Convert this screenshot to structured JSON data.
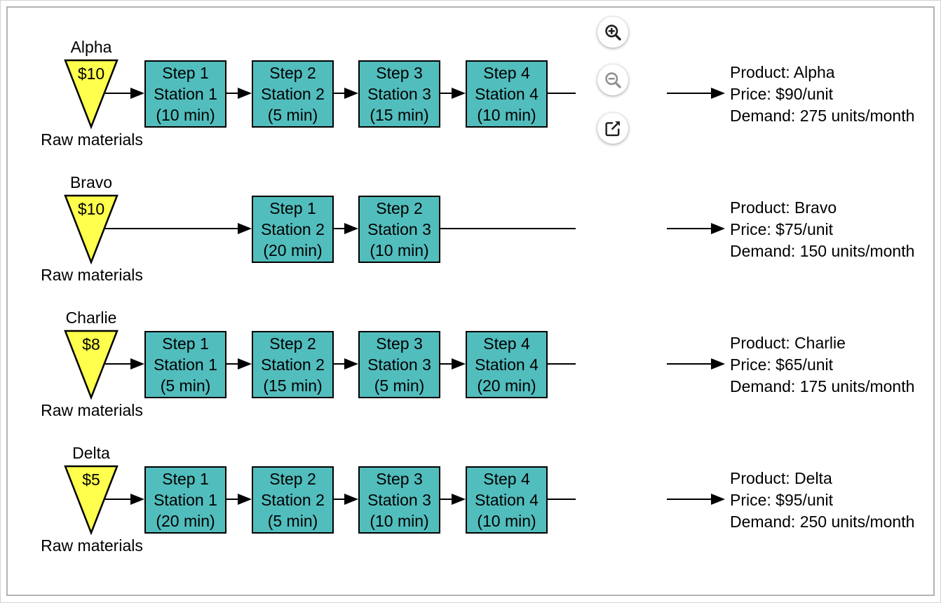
{
  "colors": {
    "station_fill": "#52bdbd",
    "raw_fill": "#ffff4d",
    "shape_stroke": "#000000",
    "arrow": "#000000",
    "icon_active": "#1e1e1e",
    "icon_inactive": "#8f8f8f",
    "frame_border": "#b3b3b3"
  },
  "toolbar": {
    "buttons": [
      {
        "name": "zoom-in"
      },
      {
        "name": "zoom-out"
      },
      {
        "name": "open-external"
      }
    ]
  },
  "products": [
    {
      "name": "Alpha",
      "raw_cost": "$10",
      "raw_label": "Raw materials",
      "steps": [
        {
          "slot": 1,
          "step": "Step 1",
          "station": "Station 1",
          "time": "(10 min)"
        },
        {
          "slot": 2,
          "step": "Step 2",
          "station": "Station 2",
          "time": "(5 min)"
        },
        {
          "slot": 3,
          "step": "Step 3",
          "station": "Station 3",
          "time": "(15 min)"
        },
        {
          "slot": 4,
          "step": "Step 4",
          "station": "Station 4",
          "time": "(10 min)"
        }
      ],
      "info": {
        "product": "Product: Alpha",
        "price": "Price: $90/unit",
        "demand": "Demand: 275 units/month"
      }
    },
    {
      "name": "Bravo",
      "raw_cost": "$10",
      "raw_label": "Raw materials",
      "steps": [
        {
          "slot": 2,
          "step": "Step 1",
          "station": "Station 2",
          "time": "(20 min)"
        },
        {
          "slot": 3,
          "step": "Step 2",
          "station": "Station 3",
          "time": "(10 min)"
        }
      ],
      "info": {
        "product": "Product: Bravo",
        "price": "Price: $75/unit",
        "demand": "Demand: 150 units/month"
      }
    },
    {
      "name": "Charlie",
      "raw_cost": "$8",
      "raw_label": "Raw materials",
      "steps": [
        {
          "slot": 1,
          "step": "Step 1",
          "station": "Station 1",
          "time": "(5 min)"
        },
        {
          "slot": 2,
          "step": "Step 2",
          "station": "Station 2",
          "time": "(15 min)"
        },
        {
          "slot": 3,
          "step": "Step 3",
          "station": "Station 3",
          "time": "(5 min)"
        },
        {
          "slot": 4,
          "step": "Step 4",
          "station": "Station 4",
          "time": "(20 min)"
        }
      ],
      "info": {
        "product": "Product: Charlie",
        "price": "Price: $65/unit",
        "demand": "Demand: 175 units/month"
      }
    },
    {
      "name": "Delta",
      "raw_cost": "$5",
      "raw_label": "Raw materials",
      "steps": [
        {
          "slot": 1,
          "step": "Step 1",
          "station": "Station 1",
          "time": "(20 min)"
        },
        {
          "slot": 2,
          "step": "Step 2",
          "station": "Station 2",
          "time": "(5 min)"
        },
        {
          "slot": 3,
          "step": "Step 3",
          "station": "Station 3",
          "time": "(10 min)"
        },
        {
          "slot": 4,
          "step": "Step 4",
          "station": "Station 4",
          "time": "(10 min)"
        }
      ],
      "info": {
        "product": "Product: Delta",
        "price": "Price: $95/unit",
        "demand": "Demand: 250 units/month"
      }
    }
  ]
}
